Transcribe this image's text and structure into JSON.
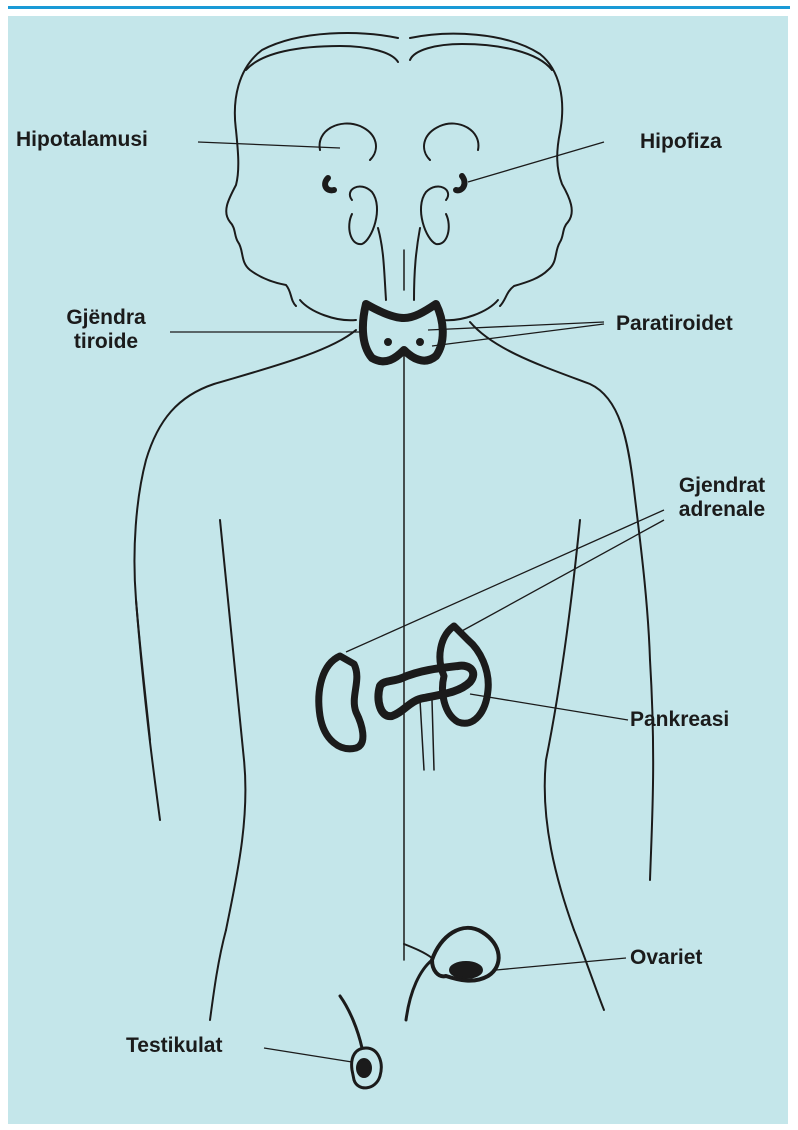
{
  "labels": {
    "hypothalamus": "Hipotalamusi",
    "pituitary": "Hipofiza",
    "thyroid_line1": "Gjëndra",
    "thyroid_line2": "tiroide",
    "parathyroids": "Paratiroidet",
    "adrenals_line1": "Gjendrat",
    "adrenals_line2": "adrenale",
    "pancreas": "Pankreasi",
    "ovaries": "Ovariet",
    "testes": "Testikulat"
  },
  "colors": {
    "background": "#c4e6ea",
    "rule": "#1a9ad6",
    "ink": "#1b1b1b"
  }
}
